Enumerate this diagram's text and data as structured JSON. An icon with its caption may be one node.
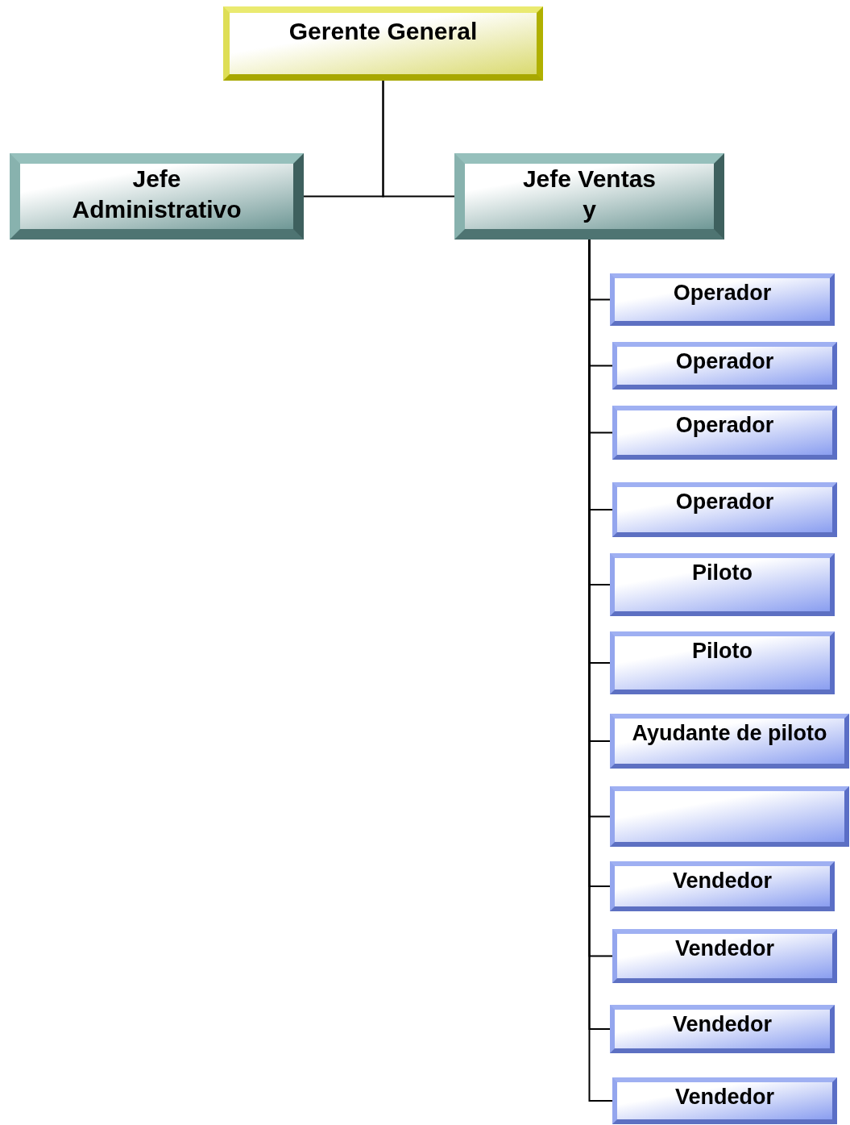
{
  "diagram": {
    "nodes": [
      {
        "text": [
          "Gerente General"
        ]
      },
      {
        "text": [
          "Jefe Administrativo"
        ]
      },
      {
        "text": [
          "Jefe Ventas y"
        ]
      },
      {
        "text": [
          "Operador"
        ]
      },
      {
        "text": [
          "Operador"
        ]
      },
      {
        "text": [
          "Operador"
        ]
      },
      {
        "text": [
          "Operador"
        ]
      },
      {
        "text": [
          "Piloto"
        ]
      },
      {
        "text": [
          "Piloto"
        ]
      },
      {
        "text": [
          "Ayudante de piloto"
        ]
      },
      {
        "text": [],
        "shape": "box"
      },
      {
        "text": [
          "Vendedor"
        ]
      },
      {
        "text": [
          "Vendedor"
        ]
      },
      {
        "text": [
          "Vendedor"
        ]
      },
      {
        "text": [
          "Vendedor"
        ]
      }
    ],
    "edges": [
      {
        "from": 0,
        "to": 1,
        "arrow": "none"
      },
      {
        "from": 0,
        "to": 2,
        "arrow": "none"
      },
      {
        "from": 2,
        "to": 3,
        "arrow": "none"
      },
      {
        "from": 2,
        "to": 4,
        "arrow": "none"
      },
      {
        "from": 2,
        "to": 5,
        "arrow": "none"
      },
      {
        "from": 2,
        "to": 6,
        "arrow": "none"
      },
      {
        "from": 2,
        "to": 7,
        "arrow": "none"
      },
      {
        "from": 2,
        "to": 8,
        "arrow": "none"
      },
      {
        "from": 2,
        "to": 9,
        "arrow": "none"
      },
      {
        "from": 2,
        "to": 10,
        "arrow": "none"
      },
      {
        "from": 2,
        "to": 11,
        "arrow": "none"
      },
      {
        "from": 2,
        "to": 12,
        "arrow": "none"
      },
      {
        "from": 2,
        "to": 13,
        "arrow": "none"
      },
      {
        "from": 2,
        "to": 14,
        "arrow": "none"
      }
    ]
  }
}
